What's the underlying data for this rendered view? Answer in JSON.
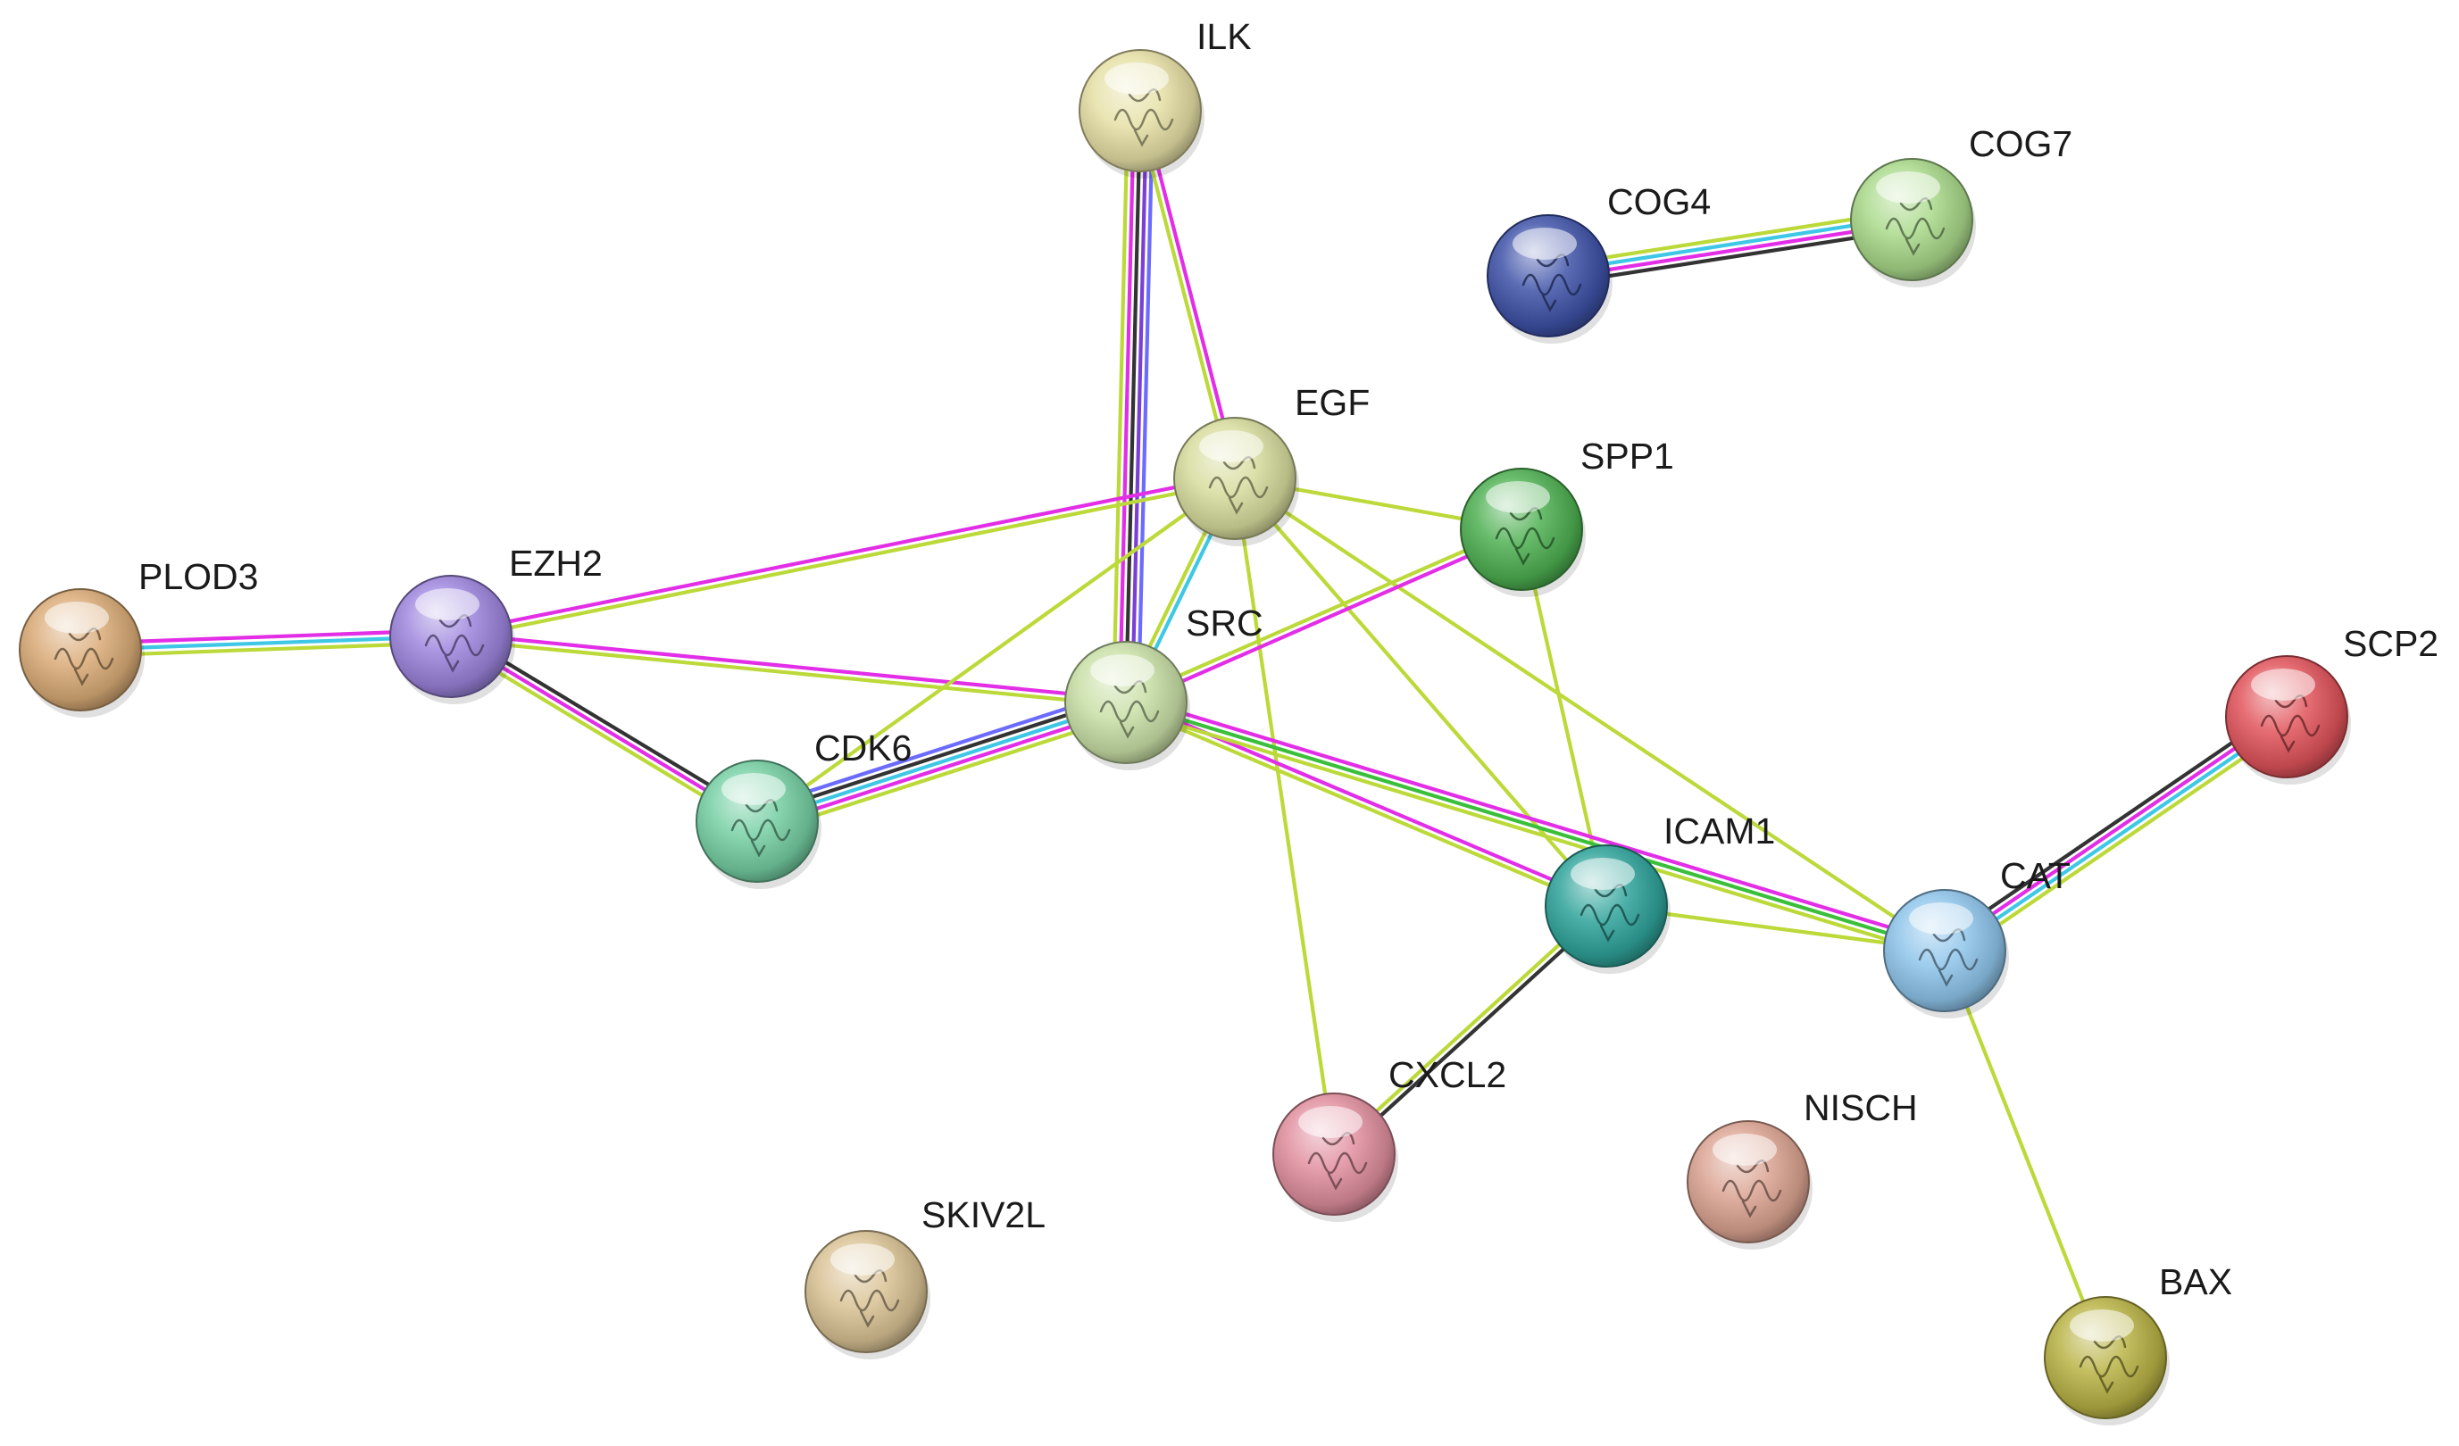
{
  "network": {
    "nodes": [
      {
        "id": "ILK",
        "label": "ILK",
        "color": "#e6e0a6"
      },
      {
        "id": "COG4",
        "label": "COG4",
        "color": "#3e52a8"
      },
      {
        "id": "COG7",
        "label": "COG7",
        "color": "#a9d98a"
      },
      {
        "id": "EGF",
        "label": "EGF",
        "color": "#d7dc9c"
      },
      {
        "id": "SPP1",
        "label": "SPP1",
        "color": "#4caf50"
      },
      {
        "id": "PLOD3",
        "label": "PLOD3",
        "color": "#d9aa76"
      },
      {
        "id": "EZH2",
        "label": "EZH2",
        "color": "#9c84dd"
      },
      {
        "id": "SRC",
        "label": "SRC",
        "color": "#c9dfa6"
      },
      {
        "id": "CDK6",
        "label": "CDK6",
        "color": "#74cfa3"
      },
      {
        "id": "SCP2",
        "label": "SCP2",
        "color": "#e0535a"
      },
      {
        "id": "ICAM1",
        "label": "ICAM1",
        "color": "#2fa39a"
      },
      {
        "id": "CAT",
        "label": "CAT",
        "color": "#8ec4ea"
      },
      {
        "id": "CXCL2",
        "label": "CXCL2",
        "color": "#e08e9e"
      },
      {
        "id": "NISCH",
        "label": "NISCH",
        "color": "#dba391"
      },
      {
        "id": "SKIV2L",
        "label": "SKIV2L",
        "color": "#d9c294"
      },
      {
        "id": "BAX",
        "label": "BAX",
        "color": "#b8b244"
      }
    ],
    "edges": [
      {
        "source": "ILK",
        "target": "SRC",
        "types": [
          "blue",
          "violet",
          "black",
          "magenta",
          "lime"
        ]
      },
      {
        "source": "ILK",
        "target": "EGF",
        "types": [
          "magenta",
          "lime"
        ]
      },
      {
        "source": "COG4",
        "target": "COG7",
        "types": [
          "lime",
          "cyan",
          "magenta",
          "black"
        ]
      },
      {
        "source": "PLOD3",
        "target": "EZH2",
        "types": [
          "magenta",
          "cyan",
          "lime"
        ]
      },
      {
        "source": "EZH2",
        "target": "EGF",
        "types": [
          "magenta",
          "lime"
        ]
      },
      {
        "source": "EZH2",
        "target": "SRC",
        "types": [
          "magenta",
          "lime"
        ]
      },
      {
        "source": "EZH2",
        "target": "CDK6",
        "types": [
          "black",
          "magenta",
          "lime"
        ]
      },
      {
        "source": "CDK6",
        "target": "SRC",
        "types": [
          "blue",
          "black",
          "cyan",
          "magenta",
          "lime"
        ]
      },
      {
        "source": "CDK6",
        "target": "EGF",
        "types": [
          "lime"
        ]
      },
      {
        "source": "EGF",
        "target": "SRC",
        "types": [
          "cyan",
          "lime"
        ]
      },
      {
        "source": "EGF",
        "target": "SPP1",
        "types": [
          "lime"
        ]
      },
      {
        "source": "EGF",
        "target": "ICAM1",
        "types": [
          "lime"
        ]
      },
      {
        "source": "EGF",
        "target": "CAT",
        "types": [
          "lime"
        ]
      },
      {
        "source": "EGF",
        "target": "CXCL2",
        "types": [
          "lime"
        ]
      },
      {
        "source": "SPP1",
        "target": "SRC",
        "types": [
          "magenta",
          "lime"
        ]
      },
      {
        "source": "SPP1",
        "target": "ICAM1",
        "types": [
          "lime"
        ]
      },
      {
        "source": "SRC",
        "target": "ICAM1",
        "types": [
          "magenta",
          "lime"
        ]
      },
      {
        "source": "SRC",
        "target": "CAT",
        "types": [
          "magenta",
          "green",
          "lime"
        ]
      },
      {
        "source": "ICAM1",
        "target": "CAT",
        "types": [
          "lime"
        ]
      },
      {
        "source": "ICAM1",
        "target": "CXCL2",
        "types": [
          "black",
          "lime"
        ]
      },
      {
        "source": "CAT",
        "target": "SCP2",
        "types": [
          "black",
          "magenta",
          "cyan",
          "lime"
        ]
      },
      {
        "source": "CAT",
        "target": "BAX",
        "types": [
          "lime"
        ]
      }
    ],
    "edge_colors": {
      "blue": "#6b6bff",
      "violet": "#7b3fd6",
      "black": "#333333",
      "magenta": "#e22ee6",
      "cyan": "#3fc7e6",
      "green": "#3bbf3b",
      "lime": "#bcd93a"
    }
  }
}
